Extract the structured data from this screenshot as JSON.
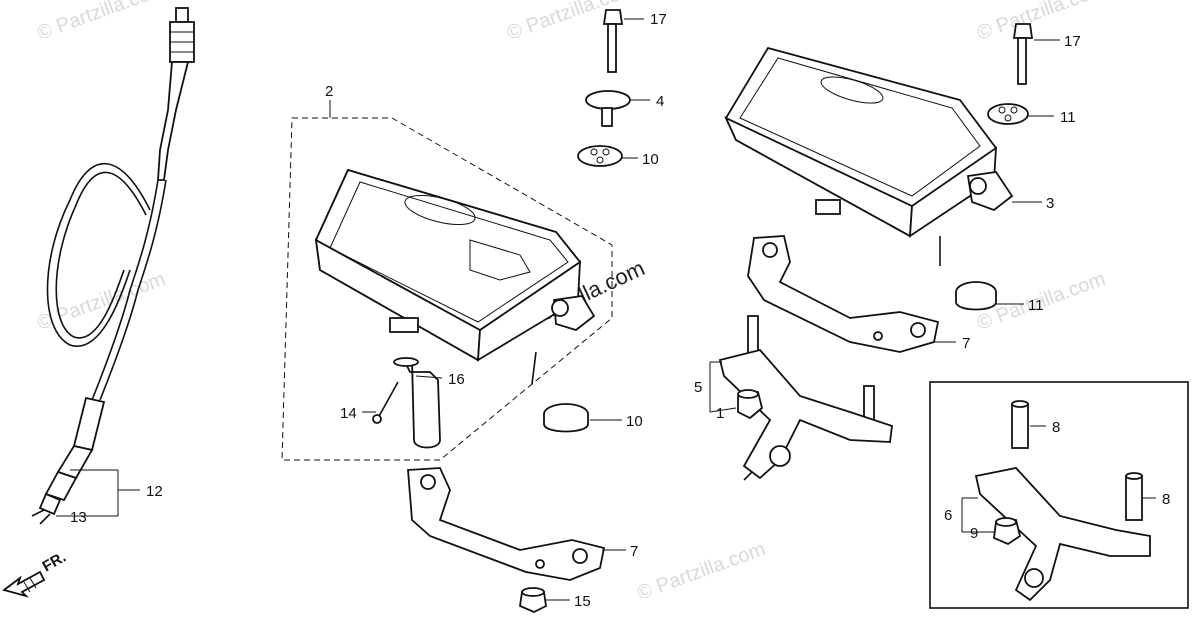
{
  "diagram": {
    "watermarks": [
      "© Partzilla.com",
      "© Partzilla.com",
      "© Partzilla.com",
      "© Partzilla.com",
      "© Partzilla.com",
      "© Partzilla.com",
      "© Partzilla.com"
    ],
    "direction_label": "FR.",
    "callouts": {
      "c1": "1",
      "c2": "2",
      "c3": "3",
      "c4": "4",
      "c5": "5",
      "c6": "6",
      "c7a": "7",
      "c7b": "7",
      "c8a": "8",
      "c8b": "8",
      "c9": "9",
      "c10a": "10",
      "c10b": "10",
      "c11a": "11",
      "c11b": "11",
      "c12": "12",
      "c13": "13",
      "c14": "14",
      "c15": "15",
      "c16": "16",
      "c17a": "17",
      "c17b": "17"
    }
  }
}
